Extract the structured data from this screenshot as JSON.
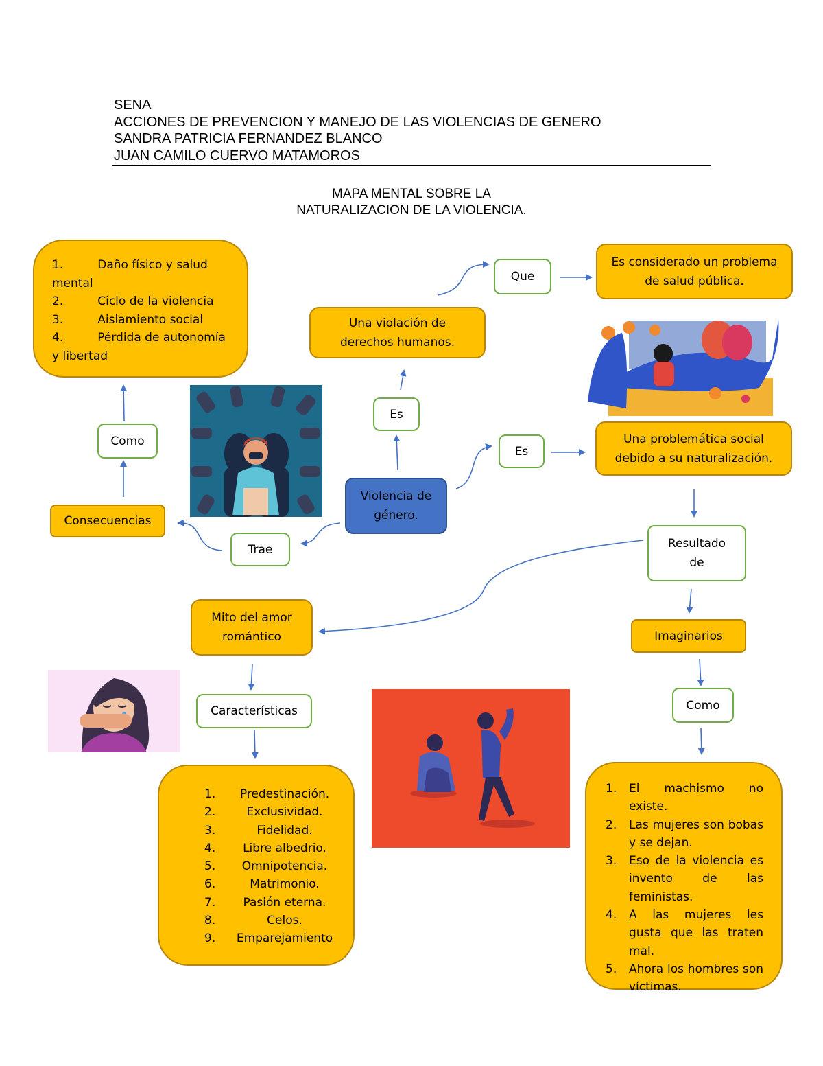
{
  "header": {
    "line1": "SENA",
    "line2": "ACCIONES DE PREVENCION Y MANEJO DE LAS VIOLENCIAS DE GENERO",
    "line3": "SANDRA PATRICIA FERNANDEZ BLANCO",
    "line4": "JUAN CAMILO CUERVO MATAMOROS"
  },
  "title": {
    "line1": "MAPA MENTAL SOBRE LA",
    "line2": "NATURALIZACION DE LA VIOLENCIA."
  },
  "nodes": {
    "center": "Violencia de género.",
    "es_left": "Es",
    "violation": "Una violación de derechos humanos.",
    "que": "Que",
    "public_health": "Es considerado un problema de salud pública.",
    "es_right": "Es",
    "social_problem": "Una problemática social debido a su naturalización.",
    "resultado": "Resultado de",
    "imaginarios": "Imaginarios",
    "como_right": "Como",
    "trae": "Trae",
    "consecuencias": "Consecuencias",
    "como_left": "Como",
    "mito": "Mito del amor romántico",
    "caracteristicas": "Características"
  },
  "consequences_list": [
    {
      "num": "1.",
      "text": "Daño físico y salud mental"
    },
    {
      "num": "2.",
      "text": "Ciclo de la violencia"
    },
    {
      "num": "3.",
      "text": "Aislamiento social"
    },
    {
      "num": "4.",
      "text": "Pérdida de autonomía y libertad"
    }
  ],
  "characteristics_list": [
    {
      "num": "1.",
      "text": "Predestinación."
    },
    {
      "num": "2.",
      "text": "Exclusividad."
    },
    {
      "num": "3.",
      "text": "Fidelidad."
    },
    {
      "num": "4.",
      "text": "Libre albedrio."
    },
    {
      "num": "5.",
      "text": "Omnipotencia."
    },
    {
      "num": "6.",
      "text": "Matrimonio."
    },
    {
      "num": "7.",
      "text": "Pasión eterna."
    },
    {
      "num": "8.",
      "text": "Celos."
    },
    {
      "num": "9.",
      "text": "Emparejamiento"
    }
  ],
  "imaginaries_list": [
    {
      "num": "1.",
      "text": "El machismo no existe."
    },
    {
      "num": "2.",
      "text": "Las mujeres son bobas y se dejan."
    },
    {
      "num": "3.",
      "text": "Eso de la violencia es invento de las feministas."
    },
    {
      "num": "4.",
      "text": "A las mujeres les gusta que las traten mal."
    },
    {
      "num": "5.",
      "text": "Ahora los hombres son víctimas."
    }
  ],
  "colors": {
    "yellow_box": "#FFC000",
    "green_border": "#70AD47",
    "blue_center": "#4472C4",
    "arrow": "#4472C4"
  },
  "illustrations": [
    "pointing-hands-illustration",
    "protective-hug-illustration",
    "silenced-woman-illustration",
    "aggression-scene-illustration"
  ]
}
